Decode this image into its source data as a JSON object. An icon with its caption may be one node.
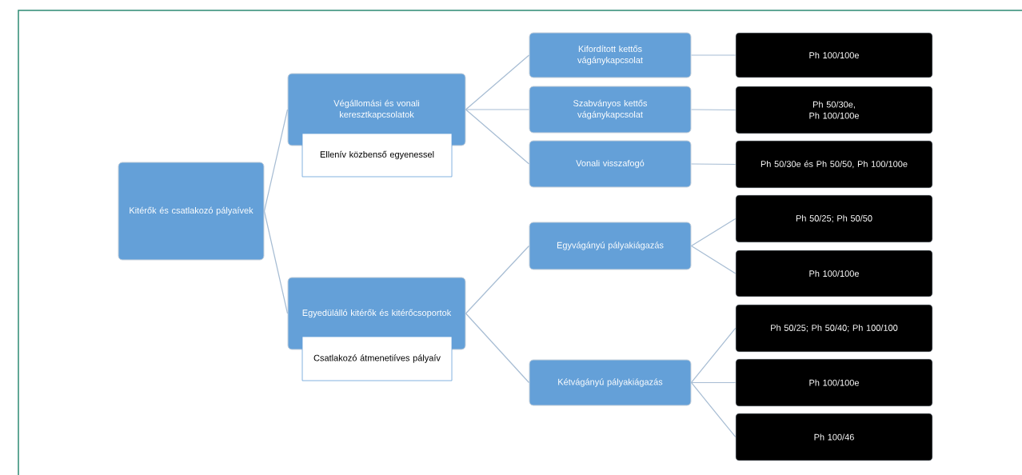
{
  "diagram": {
    "nodes": [
      {
        "text": [
          "Kitérők és csatlakozó pályaívek"
        ]
      },
      {
        "text": [
          "Végállomási és vonali keresztkapcsolatok"
        ]
      },
      {
        "text": [
          "Ellenív közbenső egyenessel"
        ]
      },
      {
        "text": [
          "Egyedülálló kitérők és kitérőcsoportok"
        ]
      },
      {
        "text": [
          "Csatlakozó átmenetiíves pályaív"
        ]
      },
      {
        "text": [
          "Kifordított kettős vágánykapcsolat"
        ]
      },
      {
        "text": [
          "Szabványos kettős vágánykapcsolat"
        ]
      },
      {
        "text": [
          "Vonali visszafogó"
        ]
      },
      {
        "text": [
          "Egyvágányú pályakiágazás"
        ]
      },
      {
        "text": [
          "Kétvágányú pályakiágazás"
        ]
      },
      {
        "text": [
          "Ph 100/100e"
        ]
      },
      {
        "text": [
          "Ph 50/30e, Ph 100/100e"
        ]
      },
      {
        "text": [
          "Ph 50/30e és Ph 50/50, Ph 100/100e"
        ]
      },
      {
        "text": [
          "Ph 50/25; Ph 50/50"
        ]
      },
      {
        "text": [
          "Ph 100/100e"
        ]
      },
      {
        "text": [
          "Ph 50/25; Ph 50/40; Ph 100/100"
        ]
      },
      {
        "text": [
          "Ph 100/100e"
        ]
      },
      {
        "text": [
          "Ph 100/46"
        ]
      }
    ],
    "edges": [
      {
        "from": 0,
        "to": 1,
        "arrow": "none"
      },
      {
        "from": 0,
        "to": 3,
        "arrow": "none"
      },
      {
        "from": 1,
        "to": 5,
        "arrow": "none"
      },
      {
        "from": 1,
        "to": 6,
        "arrow": "none"
      },
      {
        "from": 1,
        "to": 7,
        "arrow": "none"
      },
      {
        "from": 3,
        "to": 8,
        "arrow": "none"
      },
      {
        "from": 3,
        "to": 9,
        "arrow": "none"
      },
      {
        "from": 5,
        "to": 10,
        "arrow": "none"
      },
      {
        "from": 6,
        "to": 11,
        "arrow": "none"
      },
      {
        "from": 7,
        "to": 12,
        "arrow": "none"
      },
      {
        "from": 8,
        "to": 13,
        "arrow": "none"
      },
      {
        "from": 8,
        "to": 14,
        "arrow": "none"
      },
      {
        "from": 9,
        "to": 15,
        "arrow": "none"
      },
      {
        "from": 9,
        "to": 16,
        "arrow": "none"
      },
      {
        "from": 9,
        "to": 17,
        "arrow": "none"
      }
    ]
  }
}
